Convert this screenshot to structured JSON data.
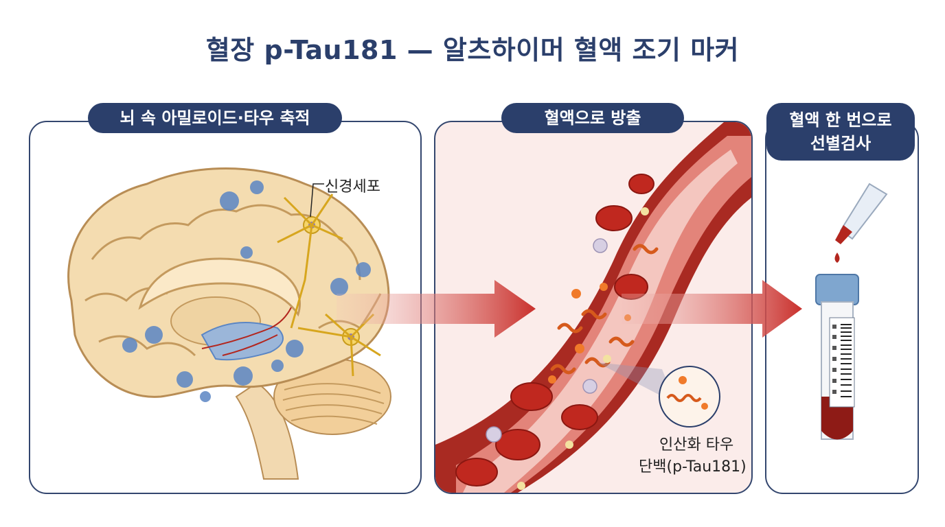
{
  "title": "혈장 p-Tau181 — 알츠하이머 혈액 조기 마커",
  "panels": [
    {
      "heading": "뇌 속 아밀로이드·타우 축적",
      "callout": "신경세포"
    },
    {
      "heading": "혈액으로 방출",
      "callout_line1": "인산화 타우",
      "callout_line2": "단백(p-Tau181)"
    },
    {
      "heading_line1": "혈액 한 번으로",
      "heading_line2": "선별검사"
    }
  ],
  "colors": {
    "navy": "#2b3f6b",
    "arrow": "#c9302c",
    "blood": "#b3261e",
    "brain": "#f3d9a8",
    "plaque": "#5b86c4"
  }
}
